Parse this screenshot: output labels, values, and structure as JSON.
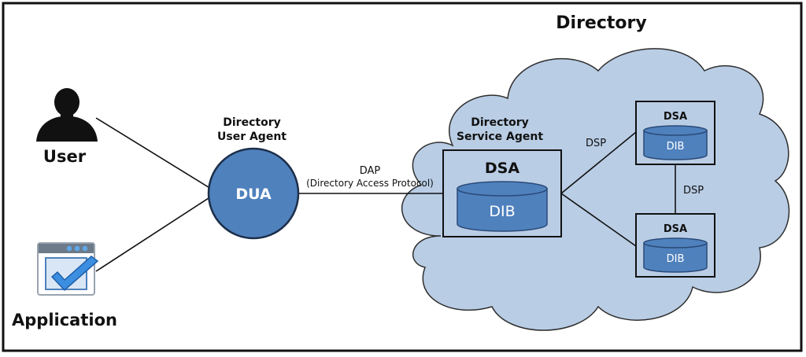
{
  "title": "Directory",
  "actors": {
    "user_label": "User",
    "application_label": "Application"
  },
  "dua": {
    "caption_line1": "Directory",
    "caption_line2": "User Agent",
    "label": "DUA"
  },
  "dap": {
    "label": "DAP",
    "full": "(Directory Access Protocol)"
  },
  "main_dsa": {
    "caption_line1": "Directory",
    "caption_line2": "Service Agent",
    "label": "DSA",
    "db_label": "DIB"
  },
  "dsa_top": {
    "label": "DSA",
    "db_label": "DIB"
  },
  "dsa_bottom": {
    "label": "DSA",
    "db_label": "DIB"
  },
  "dsp": {
    "link1": "DSP",
    "link2": "DSP"
  },
  "colors": {
    "cloud": "#b9cde5",
    "node": "#4f81bd",
    "stroke": "#111111"
  },
  "icons": {
    "user": "person-silhouette-icon",
    "application": "application-window-check-icon"
  }
}
